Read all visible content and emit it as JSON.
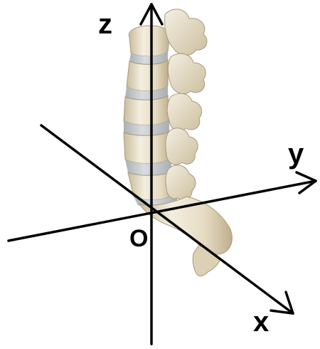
{
  "labels": {
    "z": "z",
    "y": "y",
    "x": "x",
    "origin": "O"
  },
  "colors": {
    "axis": "#000000",
    "bone_light": "#f1ebd9",
    "bone_mid": "#ddd3b8",
    "bone_shadow": "#b8a98a",
    "disc": "#c7ccd0"
  }
}
